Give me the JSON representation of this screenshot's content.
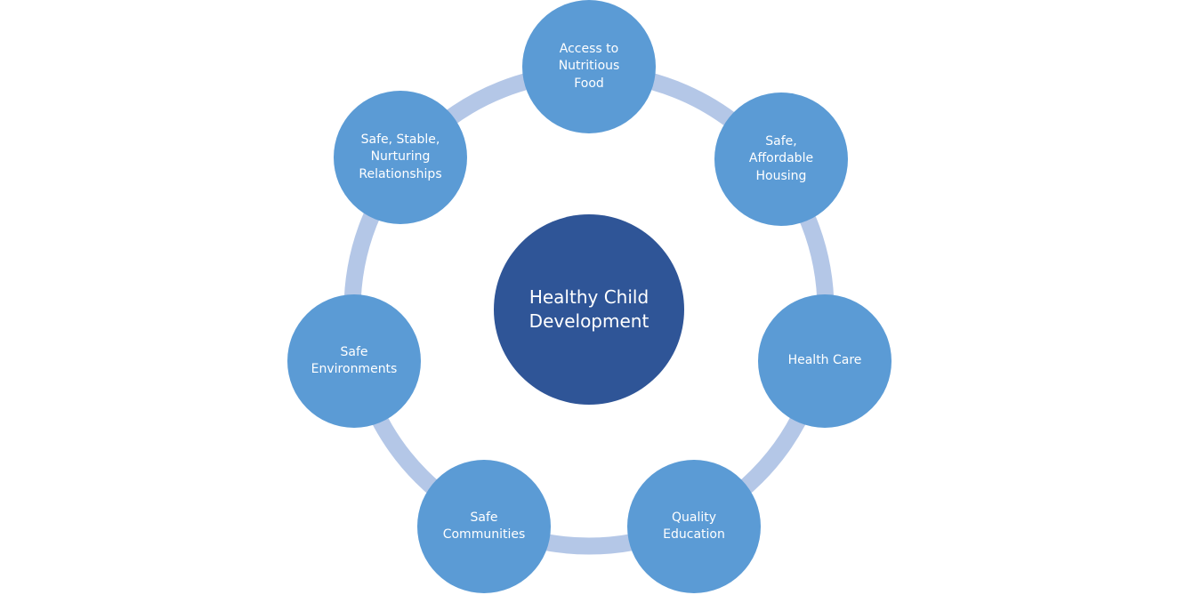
{
  "diagram": {
    "center": {
      "label": "Healthy Child\nDevelopment"
    },
    "nodes": [
      {
        "id": "nutritious-food",
        "label": "Access to\nNutritious\nFood"
      },
      {
        "id": "affordable-housing",
        "label": "Safe,\nAffordable\nHousing"
      },
      {
        "id": "health-care",
        "label": "Health Care"
      },
      {
        "id": "quality-education",
        "label": "Quality\nEducation"
      },
      {
        "id": "safe-communities",
        "label": "Safe\nCommunities"
      },
      {
        "id": "safe-environments",
        "label": "Safe\nEnvironments"
      },
      {
        "id": "nurturing-relationships",
        "label": "Safe, Stable,\nNurturing\nRelationships"
      }
    ]
  },
  "colors": {
    "outer_node": "#5b9bd5",
    "center_node": "#2f5597",
    "ring": "#b4c7e7",
    "text": "#ffffff"
  }
}
